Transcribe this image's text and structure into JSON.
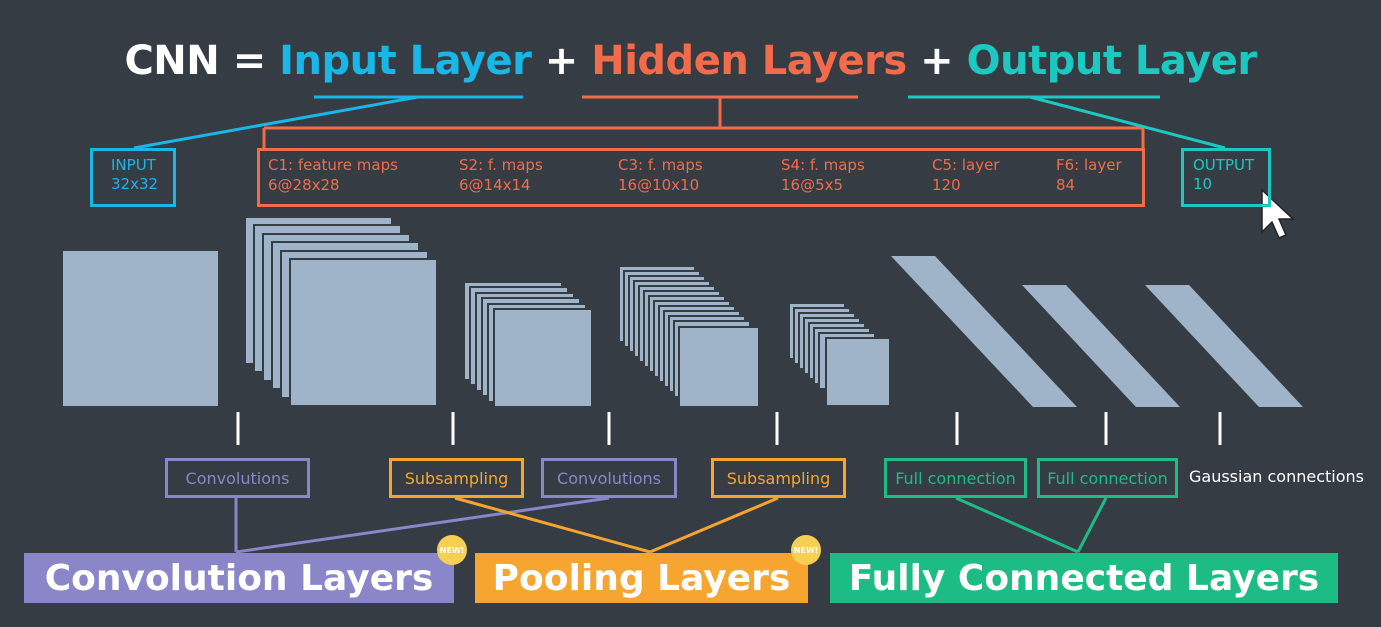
{
  "title": {
    "cnn": "CNN",
    "equals": "=",
    "input_layer": "Input Layer",
    "plus1": "+",
    "hidden_layers": "Hidden Layers",
    "plus2": "+",
    "output_layer": "Output Layer"
  },
  "input_box": {
    "line1": "INPUT",
    "line2": "32x32"
  },
  "hidden_items": [
    {
      "line1": "C1:  feature maps",
      "line2": "6@28x28"
    },
    {
      "line1": "S2:  f. maps",
      "line2": "6@14x14"
    },
    {
      "line1": "C3:  f. maps",
      "line2": "16@10x10"
    },
    {
      "line1": "S4:  f. maps",
      "line2": "16@5x5"
    },
    {
      "line1": "C5:  layer",
      "line2": "120"
    },
    {
      "line1": "F6:  layer",
      "line2": "84"
    }
  ],
  "output_box": {
    "line1": "OUTPUT",
    "line2": "10"
  },
  "operations": [
    {
      "label": "Convolutions",
      "kind": "conv"
    },
    {
      "label": "Subsampling",
      "kind": "pool"
    },
    {
      "label": "Convolutions",
      "kind": "conv"
    },
    {
      "label": "Subsampling",
      "kind": "pool"
    },
    {
      "label": "Full connection",
      "kind": "fc"
    },
    {
      "label": "Full connection",
      "kind": "fc"
    },
    {
      "label": "Gaussian connections",
      "kind": "plain"
    }
  ],
  "categories": {
    "convolution": "Convolution Layers",
    "pooling": "Pooling Layers",
    "fully_connected": "Fully Connected Layers"
  },
  "badges": {
    "new1": "NEW!",
    "new2": "NEW!"
  },
  "colors": {
    "background": "#363c44",
    "input": "#19b6e8",
    "hidden": "#f26b4a",
    "output": "#1dc8c1",
    "layer_shape": "#9fb4c8",
    "conv": "#8a86c9",
    "pool": "#f7a531",
    "fc": "#1ebc85",
    "badge": "#f7cf52"
  },
  "icons": {
    "cursor": "mouse-pointer-icon"
  }
}
